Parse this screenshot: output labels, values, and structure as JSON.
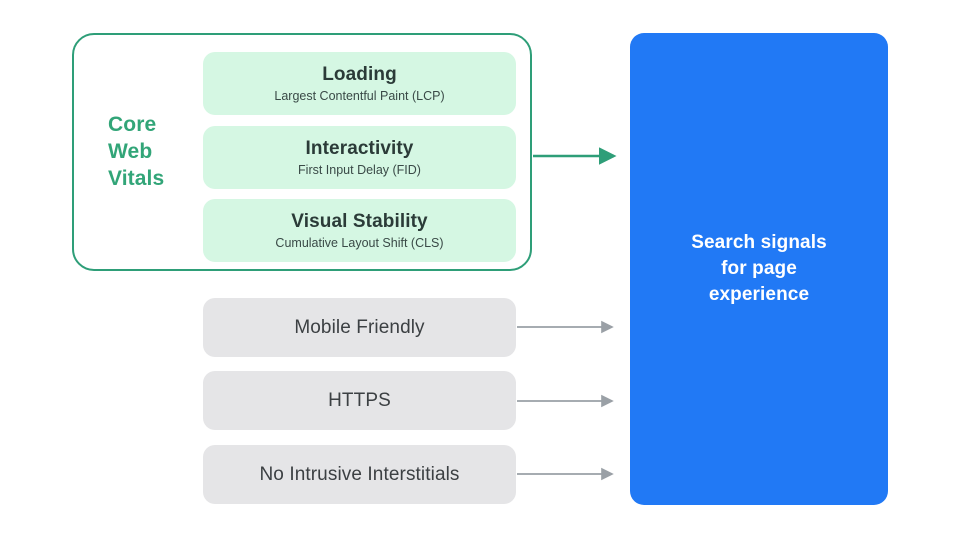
{
  "diagram": {
    "title": "Search signals for page experience",
    "colors": {
      "green_accent": "#32a578",
      "green_border": "#2e9e78",
      "green_card_bg": "#d5f7e3",
      "gray_card_bg": "#e5e5e7",
      "blue_box_bg": "#2179f5",
      "gray_arrow": "#9aa0a6",
      "dark_text": "#3c4043",
      "white_text": "#ffffff"
    }
  },
  "core_web_vitals": {
    "group_label": "Core Web Vitals",
    "group_label_lines": [
      "Core",
      "Web",
      "Vitals"
    ],
    "metrics": [
      {
        "title": "Loading",
        "subtitle": "Largest Contentful Paint (LCP)",
        "abbr": "LCP"
      },
      {
        "title": "Interactivity",
        "subtitle": "First Input Delay (FID)",
        "abbr": "FID"
      },
      {
        "title": "Visual Stability",
        "subtitle": "Cumulative Layout Shift (CLS)",
        "abbr": "CLS"
      }
    ]
  },
  "other_signals": [
    {
      "label": "Mobile Friendly"
    },
    {
      "label": "HTTPS"
    },
    {
      "label": "No Intrusive Interstitials"
    }
  ],
  "destination": {
    "label": "Search signals for page experience",
    "lines": [
      "Search signals",
      "for page",
      "experience"
    ]
  },
  "arrows": {
    "core_web_vitals_arrow": {
      "color": "#2e9e78",
      "direction": "right"
    },
    "signal_arrows": {
      "color": "#9aa0a6",
      "direction": "right",
      "count": 3
    }
  }
}
